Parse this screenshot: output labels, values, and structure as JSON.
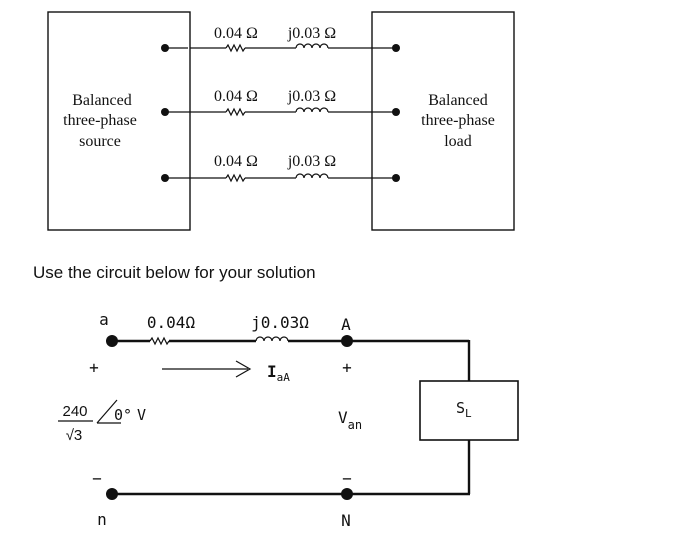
{
  "top_circuit": {
    "source_box": {
      "line1": "Balanced",
      "line2": "three-phase",
      "line3": "source"
    },
    "load_box": {
      "line1": "Balanced",
      "line2": "three-phase",
      "line3": "load"
    },
    "lines": [
      {
        "resistance": "0.04 Ω",
        "reactance": "j0.03 Ω"
      },
      {
        "resistance": "0.04 Ω",
        "reactance": "j0.03 Ω"
      },
      {
        "resistance": "0.04 Ω",
        "reactance": "j0.03 Ω"
      }
    ]
  },
  "instruction": "Use the circuit below for your solution",
  "bottom_circuit": {
    "node_a": "a",
    "node_A": "A",
    "node_n": "n",
    "node_N": "N",
    "resistance": "0.04Ω",
    "reactance": "j0.03Ω",
    "current_label": "I",
    "current_sub": "aA",
    "source_plus": "+",
    "source_minus": "−",
    "source_num": "240",
    "source_den": "√3",
    "source_angle": "0°",
    "source_unit": "V",
    "load_plus": "+",
    "load_minus": "−",
    "load_voltage": "V",
    "load_voltage_sub": "an",
    "load_label": "S",
    "load_label_sub": "L"
  }
}
